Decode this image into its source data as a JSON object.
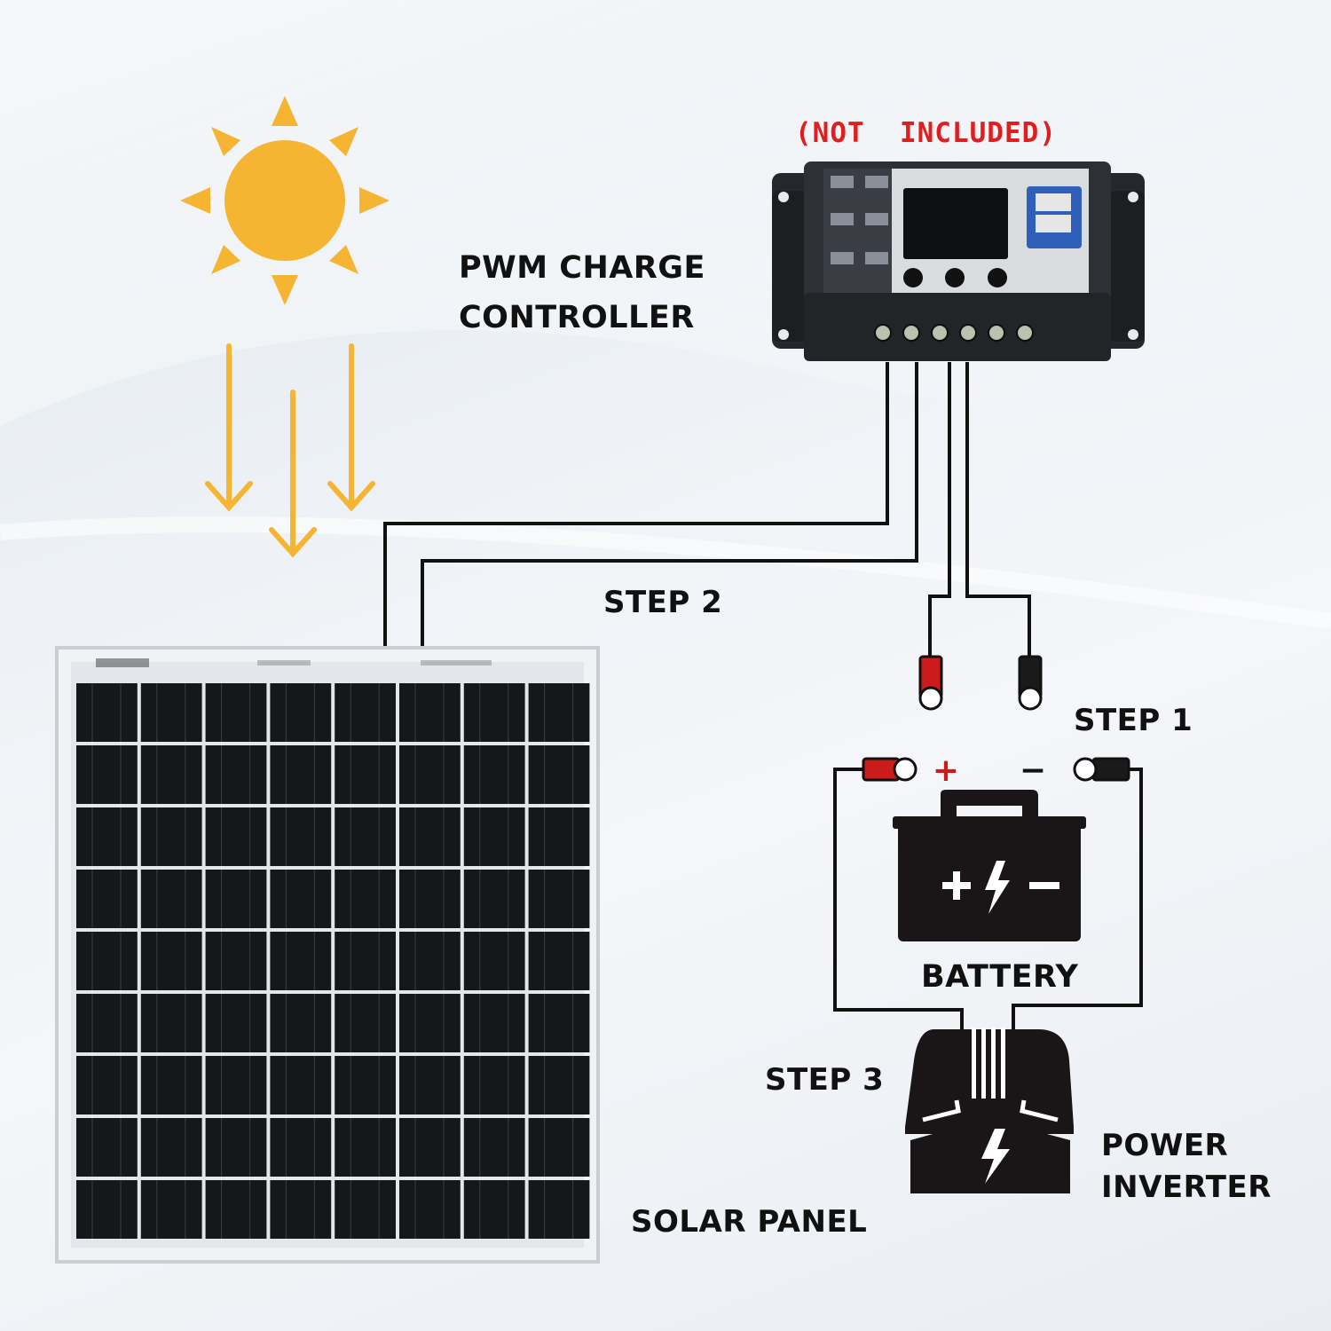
{
  "labels": {
    "not_included": "(NOT  INCLUDED)",
    "pwm_controller": "PWM CHARGE\nCONTROLLER",
    "step2": "STEP 2",
    "step1": "STEP 1",
    "step3": "STEP 3",
    "battery": "BATTERY",
    "power_inverter": "POWER\nINVERTER",
    "solar_panel": "SOLAR PANEL",
    "plus": "+",
    "minus": "−"
  },
  "colors": {
    "sun": "#f5b431",
    "not_included": "#e01e1e",
    "red_terminal": "#cc1b1b"
  },
  "icons": [
    "sun-icon",
    "sunray-arrow-icon",
    "charge-controller-device",
    "solar-panel-device",
    "battery-icon",
    "power-inverter-icon",
    "ring-terminal-icon",
    "lightning-icon"
  ]
}
